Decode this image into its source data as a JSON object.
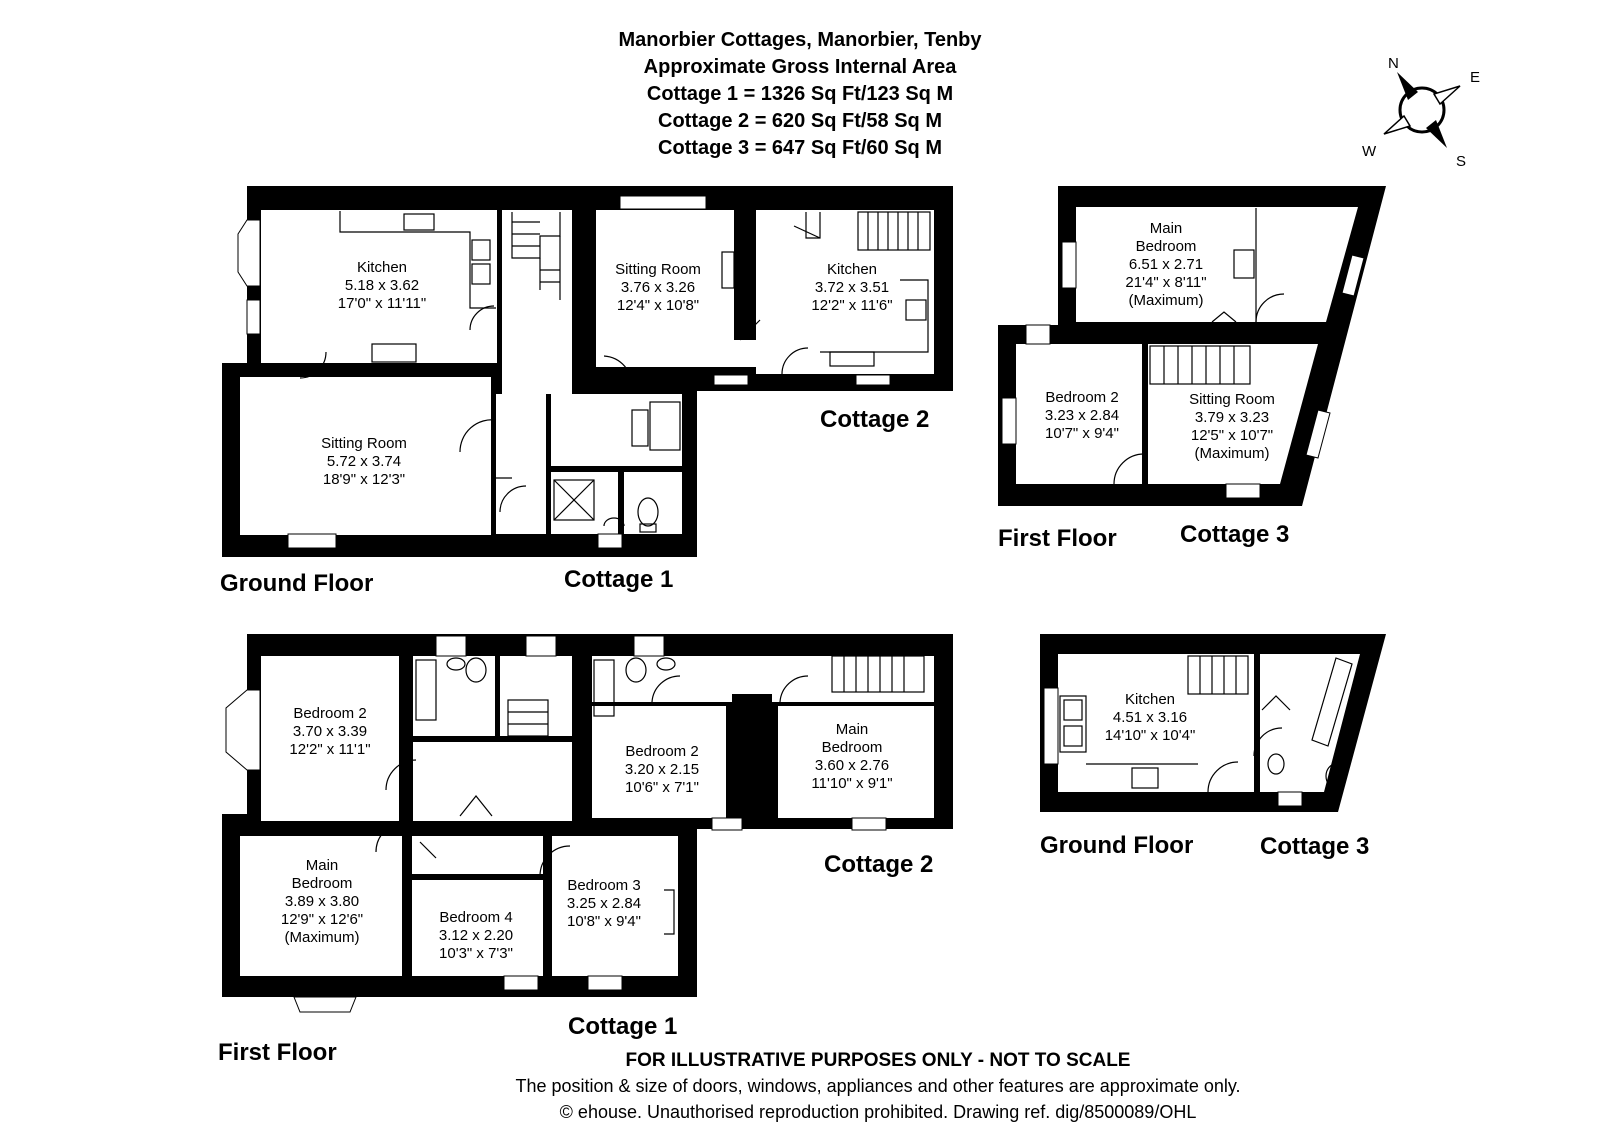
{
  "header": {
    "title": "Manorbier Cottages, Manorbier, Tenby",
    "subtitle": "Approximate Gross Internal Area",
    "areas": [
      "Cottage 1 = 1326 Sq Ft/123 Sq M",
      "Cottage 2 = 620 Sq Ft/58 Sq M",
      "Cottage 3 = 647 Sq Ft/60 Sq M"
    ]
  },
  "compass": {
    "n": "N",
    "e": "E",
    "s": "S",
    "w": "W"
  },
  "labels": {
    "ground_floor_1": "Ground Floor",
    "cottage1_ground": "Cottage 1",
    "cottage2_ground": "Cottage 2",
    "first_floor_3": "First Floor",
    "cottage3_first": "Cottage 3",
    "first_floor_1": "First Floor",
    "cottage1_first": "Cottage 1",
    "cottage2_first": "Cottage 2",
    "ground_floor_3": "Ground Floor",
    "cottage3_ground": "Cottage 3"
  },
  "rooms": {
    "c1g_kitchen": [
      "Kitchen",
      "5.18 x 3.62",
      "17'0\" x 11'11\""
    ],
    "c1g_sitting": [
      "Sitting Room",
      "5.72 x 3.74",
      "18'9\" x 12'3\""
    ],
    "c2g_sitting": [
      "Sitting Room",
      "3.76 x 3.26",
      "12'4\" x 10'8\""
    ],
    "c2g_kitchen": [
      "Kitchen",
      "3.72 x 3.51",
      "12'2\" x 11'6\""
    ],
    "c3f_main": [
      "Main",
      "Bedroom",
      "6.51 x 2.71",
      "21'4\" x 8'11\"",
      "(Maximum)"
    ],
    "c3f_bed2": [
      "Bedroom 2",
      "3.23 x 2.84",
      "10'7\" x 9'4\""
    ],
    "c3f_sitting": [
      "Sitting Room",
      "3.79 x 3.23",
      "12'5\" x 10'7\"",
      "(Maximum)"
    ],
    "c1f_bed2": [
      "Bedroom 2",
      "3.70 x 3.39",
      "12'2\" x 11'1\""
    ],
    "c1f_main": [
      "Main",
      "Bedroom",
      "3.89 x 3.80",
      "12'9\" x 12'6\"",
      "(Maximum)"
    ],
    "c1f_bed4": [
      "Bedroom 4",
      "3.12 x 2.20",
      "10'3\" x 7'3\""
    ],
    "c1f_bed3": [
      "Bedroom 3",
      "3.25 x 2.84",
      "10'8\" x 9'4\""
    ],
    "c2f_bed2": [
      "Bedroom 2",
      "3.20 x 2.15",
      "10'6\" x 7'1\""
    ],
    "c2f_main": [
      "Main",
      "Bedroom",
      "3.60 x 2.76",
      "11'10\" x 9'1\""
    ],
    "c3g_kitchen": [
      "Kitchen",
      "4.51 x 3.16",
      "14'10\" x 10'4\""
    ]
  },
  "footer": {
    "disclaimer": "FOR ILLUSTRATIVE PURPOSES ONLY - NOT TO SCALE",
    "note": "The position & size of doors, windows, appliances and other features are approximate only.",
    "copyright": "© ehouse. Unauthorised reproduction prohibited. Drawing ref. dig/8500089/OHL"
  }
}
